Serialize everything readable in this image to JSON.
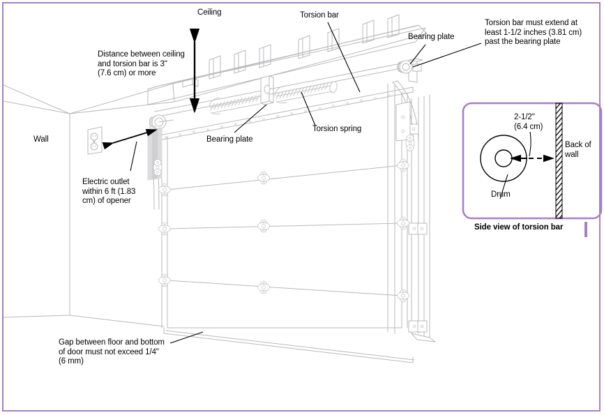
{
  "diagram": {
    "title": "Garage door torsion bar installation diagram",
    "frame_color": "#a87ec9",
    "line_color": "#b9b9bd",
    "ink_color": "#000000"
  },
  "labels": {
    "ceiling": "Ceiling",
    "torsion_bar": "Torsion bar",
    "bearing_plate_right": "Bearing plate",
    "bearing_plate_center": "Bearing plate",
    "torsion_spring": "Torsion spring",
    "wall": "Wall",
    "distance_ceiling": "Distance between ceiling\nand torsion bar is 3\"\n(7.6 cm) or more",
    "torsion_extend": "Torsion bar must extend at\nleast 1-1/2 inches (3.81 cm)\npast the bearing plate",
    "electric_outlet": "Electric outlet\nwithin 6 ft (1.83\ncm) of opener",
    "floor_gap": "Gap between floor and bottom\nof door must not exceed 1/4\"\n(6 mm)"
  },
  "inset": {
    "caption": "Side view of torsion bar",
    "dimension": "2-1/2\"\n(6.4 cm)",
    "drum": "Drum",
    "back_of_wall": "Back of\nwall",
    "border_color": "#a87ec9"
  }
}
